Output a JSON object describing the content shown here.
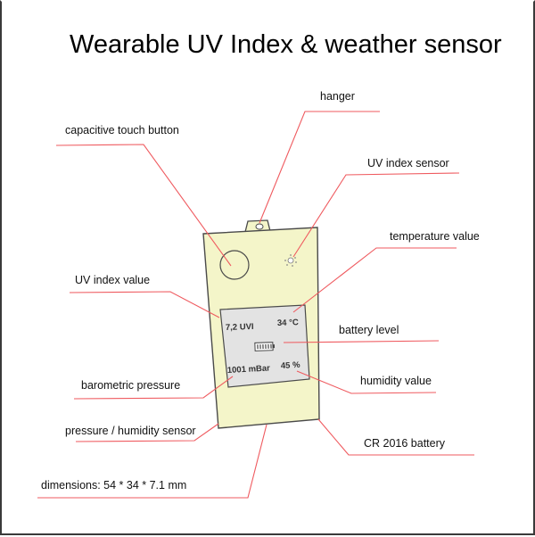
{
  "title": "Wearable UV Index & weather sensor",
  "colors": {
    "device_body": "#f4f5c9",
    "device_outline": "#4a4a4a",
    "screen": "#e3e3e3",
    "leader_line": "#ef5a5f",
    "frame": "#3a3a3a"
  },
  "labels": {
    "hanger": "hanger",
    "capacitive_touch_button": "capacitive touch button",
    "uv_index_sensor": "UV index sensor",
    "temperature_value": "temperature value",
    "uv_index_value": "UV index value",
    "battery_level": "battery level",
    "barometric_pressure": "barometric pressure",
    "humidity_value": "humidity value",
    "pressure_humidity_sensor": "pressure / humidity sensor",
    "cr2016_battery": "CR 2016 battery",
    "dimensions": "dimensions: 54 * 34 * 7.1 mm"
  },
  "display": {
    "uv_index": "7,2 UVI",
    "temperature": "34 °C",
    "pressure": "1001 mBar",
    "humidity": "45 %",
    "battery_icon": "battery-full-icon"
  }
}
